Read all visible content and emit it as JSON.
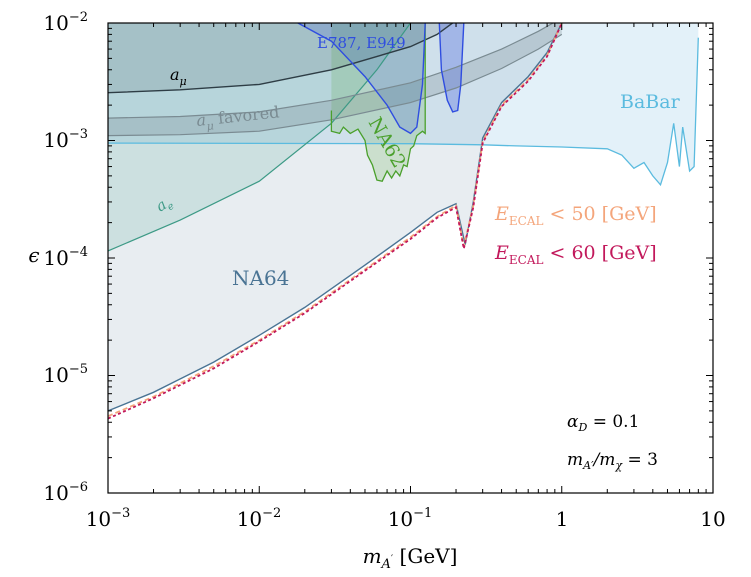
{
  "chart_data": {
    "type": "area",
    "x_scale": "log",
    "y_scale": "log",
    "xlim": [
      0.001,
      10
    ],
    "ylim": [
      1e-06,
      0.01
    ],
    "xlabel": "m_A' [GeV]",
    "ylabel": "ε",
    "x_tick_labels": [
      "10^-3",
      "10^-2",
      "10^-1",
      "1",
      "10"
    ],
    "y_tick_labels": [
      "10^-6",
      "10^-5",
      "10^-4",
      "10^-3",
      "10^-2"
    ],
    "grid": false,
    "parameters": [
      "α_D = 0.1",
      "m_A'/m_χ = 3"
    ],
    "regions": [
      {
        "name": "NA64",
        "color": "#4a7494",
        "x": [
          0.001,
          0.002,
          0.005,
          0.01,
          0.02,
          0.05,
          0.1,
          0.15,
          0.2,
          0.23,
          0.26,
          0.3,
          0.4,
          0.6,
          0.8,
          1.0
        ],
        "y": [
          5e-06,
          7.2e-06,
          1.3e-05,
          2.2e-05,
          3.8e-05,
          8.7e-05,
          0.000165,
          0.000245,
          0.00029,
          0.00013,
          0.0003,
          0.00105,
          0.0021,
          0.0035,
          0.0056,
          0.01
        ]
      },
      {
        "name": "BaBar",
        "color": "#5bbbdf",
        "x": [
          0.001,
          0.1,
          0.3,
          0.5,
          1.0,
          2.0,
          2.5,
          3.0,
          3.5,
          4.0,
          4.5,
          5.0,
          5.5,
          6.0,
          6.3,
          7.0,
          7.5,
          8.0
        ],
        "y": [
          0.00095,
          0.00094,
          0.00092,
          0.0009,
          0.00088,
          0.00085,
          0.00075,
          0.00058,
          0.00065,
          0.0005,
          0.00042,
          0.00065,
          0.0014,
          0.0006,
          0.0013,
          0.00055,
          0.0006,
          0.0075
        ]
      },
      {
        "name": "E787, E949",
        "color": "#2f4de0"
      },
      {
        "name": "NA62",
        "color": "#4aa02c"
      },
      {
        "name": "a_μ",
        "color": "#2e3d45"
      },
      {
        "name": "a_μ favored",
        "color": "#7a8b92"
      },
      {
        "name": "a_e",
        "color": "#3d9a86"
      }
    ],
    "series": [
      {
        "name": "E_ECAL < 50 [GeV]",
        "color": "#f4a57b",
        "x": [
          0.001,
          0.002,
          0.005,
          0.01,
          0.02,
          0.05,
          0.1,
          0.15,
          0.2,
          0.225,
          0.26,
          0.3,
          0.4,
          0.6,
          0.8,
          1.0
        ],
        "y": [
          4.5e-06,
          6.6e-06,
          1.2e-05,
          2e-05,
          3.5e-05,
          8e-05,
          0.00015,
          0.000225,
          0.00028,
          0.000125,
          0.00028,
          0.00098,
          0.002,
          0.0033,
          0.0053,
          0.01
        ]
      },
      {
        "name": "E_ECAL < 60 [GeV]",
        "color": "#c2185b",
        "x": [
          0.001,
          0.002,
          0.005,
          0.01,
          0.02,
          0.05,
          0.1,
          0.15,
          0.2,
          0.225,
          0.26,
          0.3,
          0.4,
          0.6,
          0.8,
          1.0
        ],
        "y": [
          4.3e-06,
          6.4e-06,
          1.15e-05,
          1.95e-05,
          3.4e-05,
          7.8e-05,
          0.000145,
          0.00022,
          0.00027,
          0.00012,
          0.00027,
          0.00095,
          0.00195,
          0.0032,
          0.0052,
          0.01
        ]
      }
    ]
  }
}
